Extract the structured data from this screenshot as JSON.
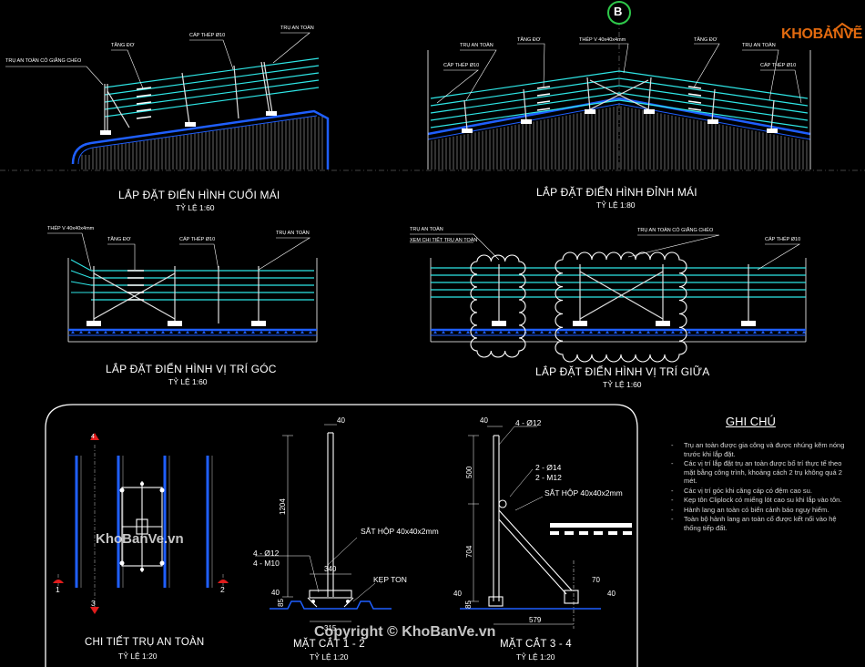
{
  "logo": {
    "text": "KHOBẢNVẼ"
  },
  "callout": {
    "letter": "B"
  },
  "views": {
    "eave": {
      "title": "LẮP ĐẶT ĐIỂN HÌNH CUỐI MÁI",
      "scale": "TỶ LỆ 1:60",
      "labels": [
        "TRỤ AN TOÀN CÓ GIẰNG CHÉO",
        "TĂNG ĐƠ",
        "CÁP THÉP Ø10",
        "TRỤ AN TOÀN"
      ]
    },
    "ridge": {
      "title": "LẮP ĐẶT ĐIỂN HÌNH ĐỈNH MÁI",
      "scale": "TỶ LỆ 1:80",
      "labels": [
        "TRỤ AN TOÀN",
        "TĂNG ĐƠ",
        "THÉP V 40x40x4mm",
        "TĂNG ĐƠ",
        "TRỤ AN TOÀN",
        "CÁP THÉP Ø10",
        "CÁP THÉP Ø10"
      ]
    },
    "corner": {
      "title": "LẮP ĐẶT ĐIỂN HÌNH VỊ TRÍ GÓC",
      "scale": "TỶ LỆ 1:60",
      "labels": [
        "THÉP V 40x40x4mm",
        "TĂNG ĐƠ",
        "CÁP THÉP Ø10",
        "TRỤ AN TOÀN"
      ]
    },
    "middle": {
      "title": "LẮP ĐẶT ĐIỂN HÌNH VỊ TRÍ GIỮA",
      "scale": "TỶ LỆ 1:60",
      "labels": [
        "TRỤ AN TOÀN",
        "XEM CHI TIẾT TRỤ AN TOÀN",
        "TRỤ AN TOÀN CÓ GIẰNG CHÉO",
        "CÁP THÉP Ø10"
      ]
    },
    "post": {
      "title": "CHI TIẾT TRỤ AN TOÀN",
      "scale": "TỶ LỆ 1:20",
      "markers": [
        "4",
        "1",
        "2",
        "3"
      ]
    },
    "section12": {
      "title": "MẶT CẮT 1 - 2",
      "scale": "TỶ LỆ 1:20",
      "labels": [
        "40",
        "1204",
        "SẮT HỘP 40x40x2mm",
        "4 - Ø12",
        "4 - M10",
        "340",
        "KẸP TON",
        "40",
        "85",
        "315"
      ]
    },
    "section34": {
      "title": "MẶT CẮT 3 - 4",
      "scale": "TỶ LỆ 1:20",
      "labels": [
        "40",
        "4 - Ø12",
        "500",
        "2 - Ø14",
        "2 - M12",
        "SẮT HỘP 40x40x2mm",
        "704",
        "70",
        "40",
        "40",
        "85",
        "579"
      ]
    }
  },
  "notes": {
    "title": "GHI CHÚ",
    "items": [
      "Trụ an toàn được gia công và được nhúng kẽm nóng trước khi lắp đặt.",
      "Các vị trí lắp đặt trụ an toàn được bố trí thực tế theo mặt bằng công trình, khoảng cách 2 trụ không quá 2 mét.",
      "Các vị trí góc khi căng cáp có đệm cao su.",
      "Kẹp tôn Cliplock có miếng lót cao su khi lắp vào tôn.",
      "Hành lang an toàn có biển cảnh báo nguy hiểm.",
      "Toàn bộ hành lang an toàn cố được kết nối vào hệ thống tiếp đất."
    ]
  },
  "watermarks": {
    "left": "KhoBanVe.vn",
    "copyright": "Copyright © KhoBanVe.vn"
  },
  "colors": {
    "cable": "#2ee6e6",
    "roof": "#1f5fff",
    "post": "#e0e0e0",
    "accent": "#e26a0f",
    "background": "#000000"
  }
}
